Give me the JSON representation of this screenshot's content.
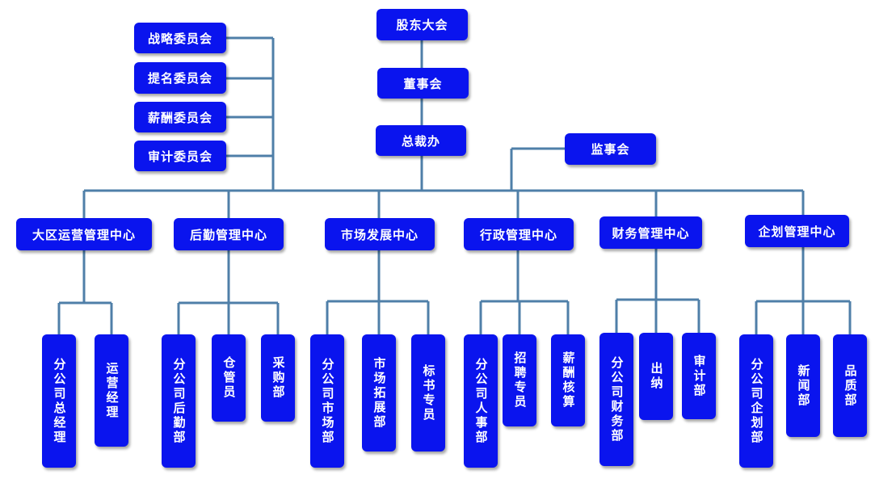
{
  "colors": {
    "node_fill": "#0a14ee",
    "node_text": "#ffffff",
    "connector": "#4f7fa8"
  },
  "top": {
    "shareholders": "股东大会",
    "board": "董事会",
    "president_office": "总裁办",
    "supervisory_board": "监事会"
  },
  "committees": [
    "战略委员会",
    "提名委员会",
    "薪酬委员会",
    "审计委员会"
  ],
  "centers": [
    {
      "name": "大区运营管理中心",
      "subs": [
        "分公司总经理",
        "运营经理"
      ]
    },
    {
      "name": "后勤管理中心",
      "subs": [
        "分公司后勤部",
        "仓管员",
        "采购部"
      ]
    },
    {
      "name": "市场发展中心",
      "subs": [
        "分公司市场部",
        "市场拓展部",
        "标书专员"
      ]
    },
    {
      "name": "行政管理中心",
      "subs": [
        "分公司人事部",
        "招聘专员",
        "薪酬核算"
      ]
    },
    {
      "name": "财务管理中心",
      "subs": [
        "分公司财务部",
        "出纳",
        "审计部"
      ]
    },
    {
      "name": "企划管理中心",
      "subs": [
        "分公司企划部",
        "新闻部",
        "品质部"
      ]
    }
  ]
}
